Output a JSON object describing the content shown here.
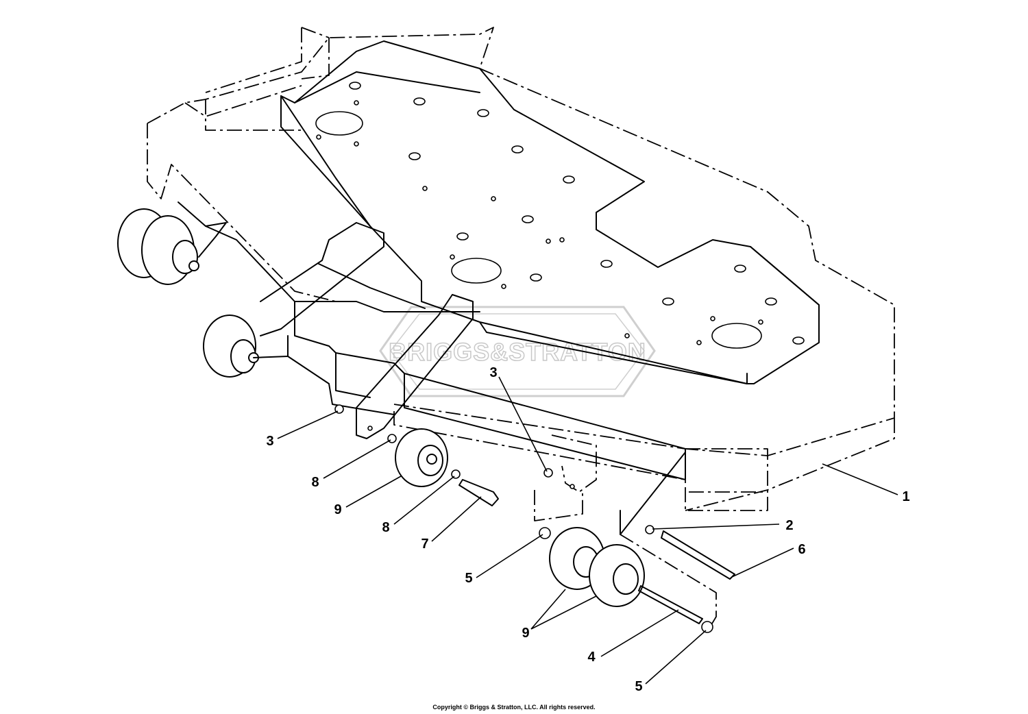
{
  "watermark": "BRIGGS&STRATTON",
  "callouts": [
    {
      "id": "c3a",
      "label": "3"
    },
    {
      "id": "c8a",
      "label": "8"
    },
    {
      "id": "c9a",
      "label": "9"
    },
    {
      "id": "c8b",
      "label": "8"
    },
    {
      "id": "c7",
      "label": "7"
    },
    {
      "id": "c3b",
      "label": "3"
    },
    {
      "id": "c1",
      "label": "1"
    },
    {
      "id": "c2",
      "label": "2"
    },
    {
      "id": "c6",
      "label": "6"
    },
    {
      "id": "c5a",
      "label": "5"
    },
    {
      "id": "c9b",
      "label": "9"
    },
    {
      "id": "c4",
      "label": "4"
    },
    {
      "id": "c5b",
      "label": "5"
    }
  ],
  "copyright": "Copyright © Briggs & Stratton, LLC. All rights reserved."
}
